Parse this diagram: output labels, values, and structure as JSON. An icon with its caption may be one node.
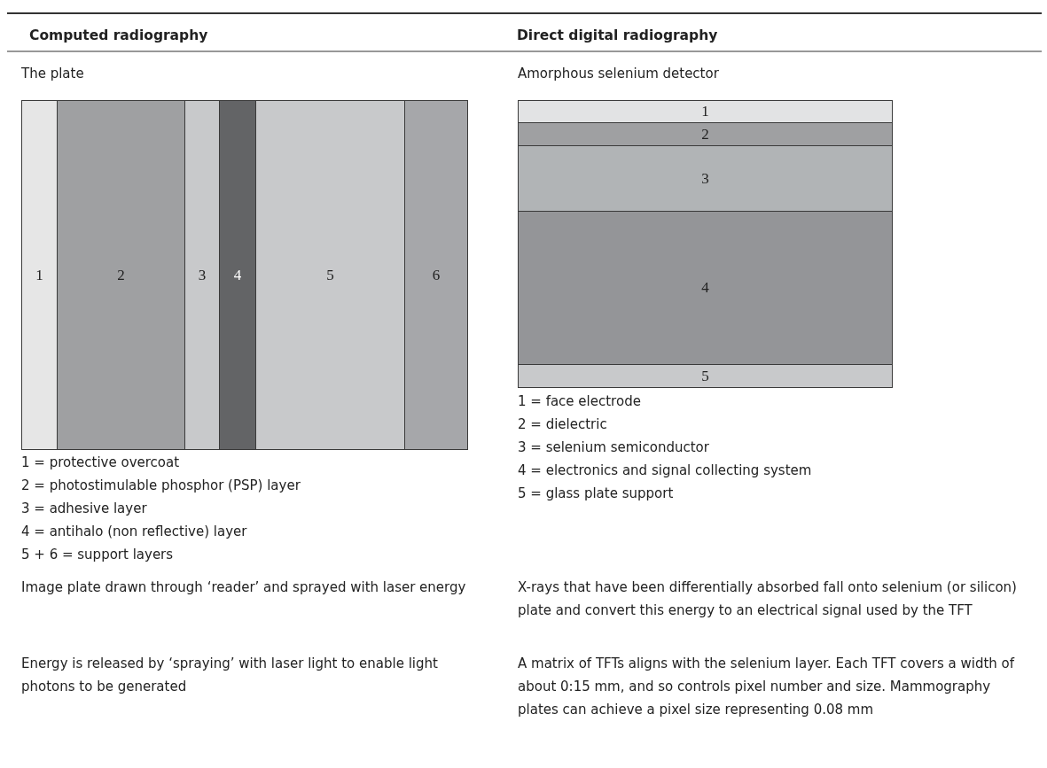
{
  "diagram": {
    "nodes": [
      {
        "text": [
          "The plate"
        ]
      },
      {
        "text": [
          "1"
        ],
        "in": 0
      },
      {
        "text": [
          "2"
        ],
        "in": 0
      },
      {
        "text": [
          "3"
        ],
        "in": 0
      },
      {
        "text": [
          "4"
        ],
        "in": 0
      },
      {
        "text": [
          "5"
        ],
        "in": 0
      },
      {
        "text": [
          "6"
        ],
        "in": 0
      },
      {
        "text": [
          "Amorphous selenium detector"
        ]
      },
      {
        "text": [
          "1"
        ],
        "in": 7
      },
      {
        "text": [
          "2"
        ],
        "in": 7
      },
      {
        "text": [
          "3"
        ],
        "in": 7
      },
      {
        "text": [
          "4"
        ],
        "in": 7
      },
      {
        "text": [
          "5"
        ],
        "in": 7
      }
    ],
    "labels": [
      "Computed radiography",
      "Direct digital radiography",
      "1 = protective overcoat",
      "2 = photostimulable phosphor (PSP) layer",
      "3 = adhesive layer",
      "4 = antihalo (non reflective) layer",
      "5 + 6 = support layers",
      "1 = face electrode",
      "2 = dielectric",
      "3 = selenium semiconductor",
      "4 = electronics and signal collecting system",
      "5 = glass plate support",
      "Image plate drawn through ‘reader’ and sprayed with laser energy",
      "X-rays that have been differentially absorbed fall onto selenium (or silicon) plate and convert this energy to an electrical signal used by the TFT",
      "Energy is released by ‘spraying’ with laser light to enable light photons to be generated",
      "A matrix of TFTs aligns with the selenium layer. Each TFT covers a width of about 0:15 mm, and so controls pixel number and size. Mammography plates can achieve a pixel size representing 0.08 mm"
    ]
  }
}
